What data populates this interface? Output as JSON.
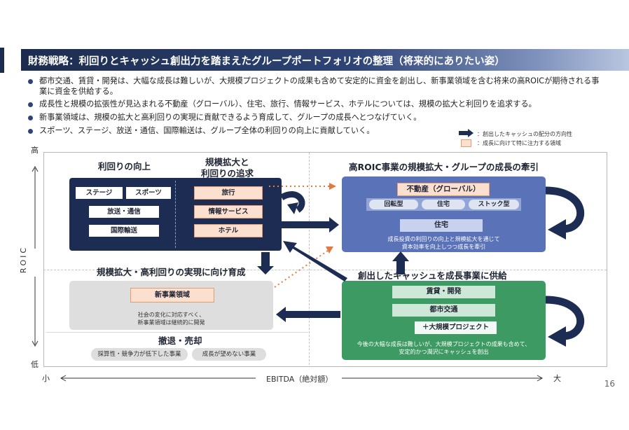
{
  "title": "財務戦略：利回りとキャッシュ創出力を踏まえたグループポートフォリオの整理（将来的にありたい姿）",
  "bullets": [
    "都市交通、賃貸・開発は、大幅な成長は難しいが、大規模プロジェクトの成果も含めて安定的に資金を創出し、新事業領域を含む将来の高ROICが期待される事業に資金を供給する。",
    "成長性と規模の拡張性が見込まれる不動産（グローバル）、住宅、旅行、情報サービス、ホテルについては、規模の拡大と利回りを追求する。",
    "新事業領域は、規模の拡大と高利回りの実現に貢献できるよう育成して、グループの成長へとつなげていく。",
    "スポーツ、ステージ、放送・通信、国際輸送は、グループ全体の利回りの向上に貢献していく。"
  ],
  "legend": {
    "arrow": "：創出したキャッシュの配分の方向性",
    "peach": "：成長に向けて特に注力する領域"
  },
  "axes": {
    "y_high": "高",
    "y_low": "低",
    "y_label": "ROIC",
    "x_low": "小",
    "x_high": "大",
    "x_label": "EBITDA（絶対額）"
  },
  "top_left": {
    "title_left": "利回りの向上",
    "title_right_1": "規模拡大と",
    "title_right_2": "利回りの追求",
    "left_items": [
      "ステージ",
      "スポーツ",
      "放送・通信",
      "国際輸送"
    ],
    "right_items": [
      "旅行",
      "情報サービス",
      "ホテル"
    ]
  },
  "top_right": {
    "title": "高ROIC事業の規模拡大・グループの成長の牽引",
    "header": "不動産（グローバル）",
    "pills": [
      "回転型",
      "住宅",
      "ストック型"
    ],
    "sub": "住宅",
    "note_1": "成長投資の利回りの向上と規模拡大を通じて",
    "note_2": "資本効率を向上しつつ成長を牽引"
  },
  "bottom_left": {
    "title": "規模拡大・高利回りの実現に向け育成",
    "item": "新事業領域",
    "note_1": "社会の変化に対応すべく、",
    "note_2": "新事業領域は継続的に開発",
    "exit_title": "撤退・売却",
    "exit_items": [
      "採算性・競争力が低下した事業",
      "成長が望めない事業"
    ]
  },
  "bottom_right": {
    "title": "創出したキャッシュを成長事業に供給",
    "items": [
      "賃貸・開発",
      "都市交通",
      "＋大規模プロジェクト"
    ],
    "note_1": "今後の大幅な成長は難しいが、大規模プロジェクトの成果も含めて、",
    "note_2": "安定的かつ潤沢にキャッシュを創出"
  },
  "page_number": "16",
  "colors": {
    "navy": "#1c2c52",
    "blue": "#5a72b8",
    "green": "#3d9a62",
    "peach": "#fbe0d0",
    "orange_dotted": "#e07a40"
  }
}
